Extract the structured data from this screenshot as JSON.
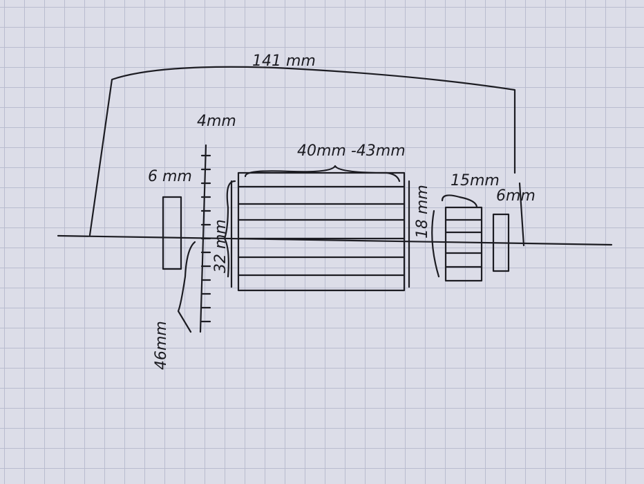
{
  "sketch": {
    "labels": {
      "total_length": "141 mm",
      "thread_top": "4mm",
      "main_width": "40mm -43mm",
      "left_block": "6 mm",
      "main_height": "32 mm",
      "thread_length": "46mm",
      "right_block_height": "18 mm",
      "right_block_width": "15mm",
      "right_post": "6mm"
    }
  }
}
